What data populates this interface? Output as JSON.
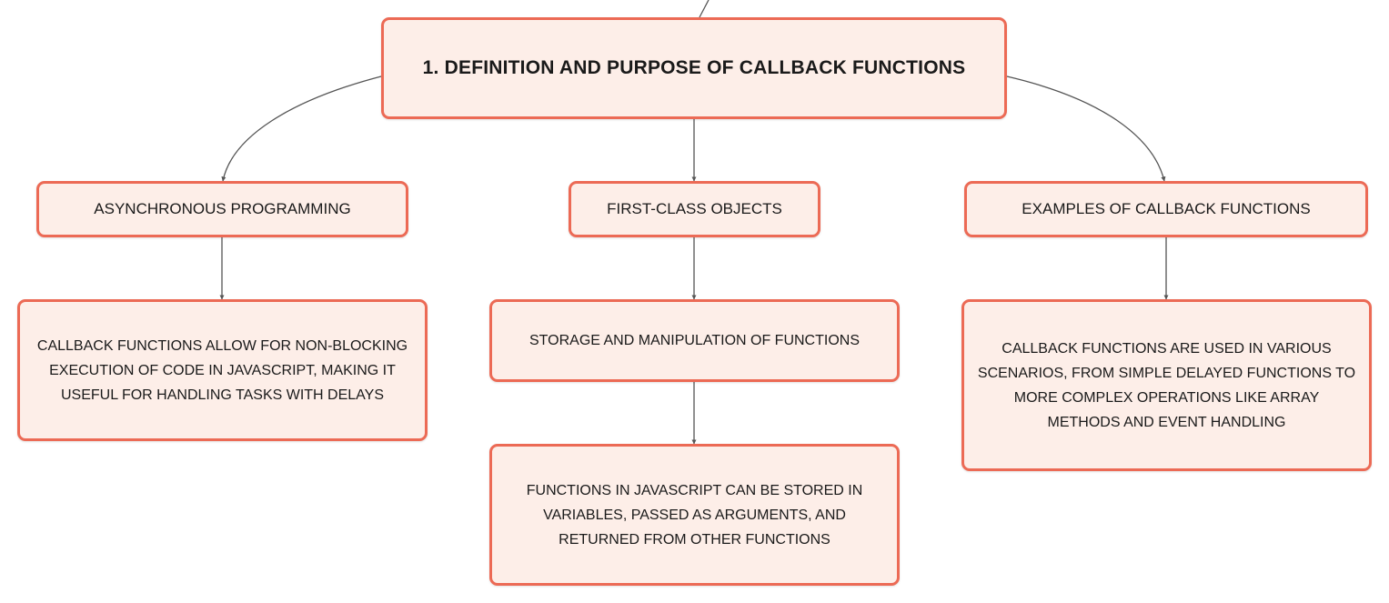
{
  "diagram": {
    "type": "mind-map",
    "colors": {
      "node_fill": "#fdeee8",
      "node_border": "#ec6a55",
      "edge": "#555555",
      "text": "#1a1a1a"
    },
    "root": {
      "label": "1. DEFINITION AND PURPOSE OF CALLBACK FUNCTIONS"
    },
    "branches": [
      {
        "label": "ASYNCHRONOUS PROGRAMMING",
        "children": [
          "CALLBACK FUNCTIONS ALLOW FOR NON-BLOCKING EXECUTION OF CODE IN JAVASCRIPT, MAKING IT USEFUL FOR HANDLING TASKS WITH DELAYS"
        ]
      },
      {
        "label": "FIRST-CLASS OBJECTS",
        "children": [
          "STORAGE AND MANIPULATION OF FUNCTIONS",
          "FUNCTIONS IN JAVASCRIPT CAN BE STORED IN VARIABLES, PASSED AS ARGUMENTS, AND RETURNED FROM OTHER FUNCTIONS"
        ]
      },
      {
        "label": "EXAMPLES OF CALLBACK FUNCTIONS",
        "children": [
          "CALLBACK FUNCTIONS ARE USED IN VARIOUS SCENARIOS, FROM SIMPLE DELAYED FUNCTIONS TO MORE COMPLEX OPERATIONS LIKE ARRAY METHODS AND EVENT HANDLING"
        ]
      }
    ],
    "edges": [
      {
        "from": "incoming",
        "to": "root"
      },
      {
        "from": "root",
        "to": "branches.0"
      },
      {
        "from": "root",
        "to": "branches.1"
      },
      {
        "from": "root",
        "to": "branches.2"
      },
      {
        "from": "branches.0",
        "to": "branches.0.children.0"
      },
      {
        "from": "branches.1",
        "to": "branches.1.children.0"
      },
      {
        "from": "branches.1.children.0",
        "to": "branches.1.children.1"
      },
      {
        "from": "branches.2",
        "to": "branches.2.children.0"
      }
    ]
  }
}
